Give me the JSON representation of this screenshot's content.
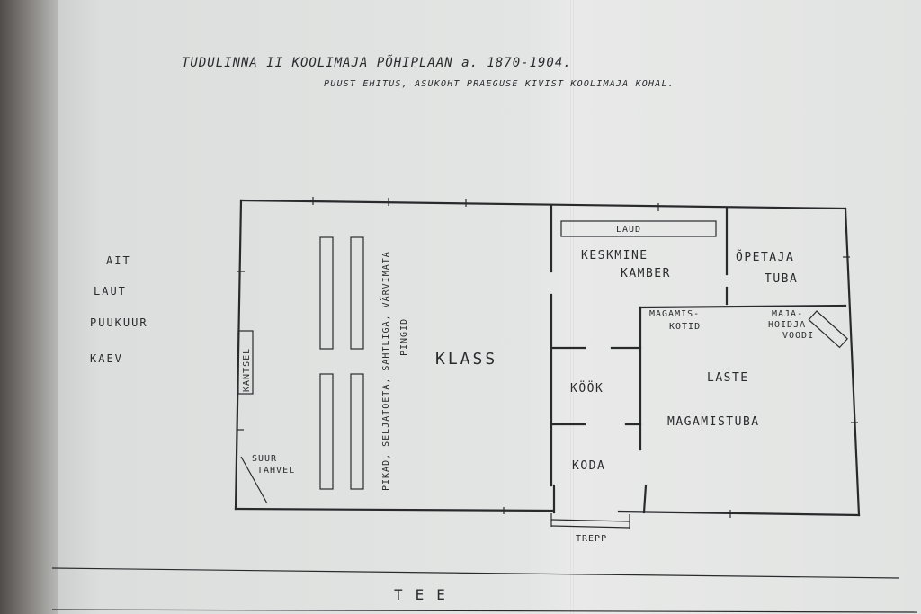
{
  "title": "TUDULINNA II KOOLIMAJA PÕHIPLAAN a. 1870-1904.",
  "subtitle": "PUUST EHITUS, ASUKOHT PRAEGUSE KIVIST KOOLIMAJA KOHAL.",
  "side_labels": [
    "AIT",
    "LAUT",
    "PUUKUUR",
    "KAEV"
  ],
  "rooms": {
    "klass": "KLASS",
    "benches_line1": "PIKAD, SELJATOETA, SAHTLIGA, VÄRVIMATA",
    "benches_line2": "PINGID",
    "kantsel": "KANTSEL",
    "board_line1": "SUUR",
    "board_line2": "TAHVEL",
    "laud": "LAUD",
    "keskmine": "KESKMINE",
    "kamber": "KAMBER",
    "opetaja": "ÕPETAJA",
    "tuba": "TUBA",
    "magamis": "MAGAMIS-",
    "kotid": "KOTID",
    "majahoidja": "MAJA-",
    "hoidja": "HOIDJA",
    "voodi": "VOODI",
    "kook": "KÖÖK",
    "koda": "KODA",
    "laste": "LASTE",
    "magamistuba": "MAGAMISTUBA",
    "trepp": "TREPP"
  },
  "road": "TEE"
}
